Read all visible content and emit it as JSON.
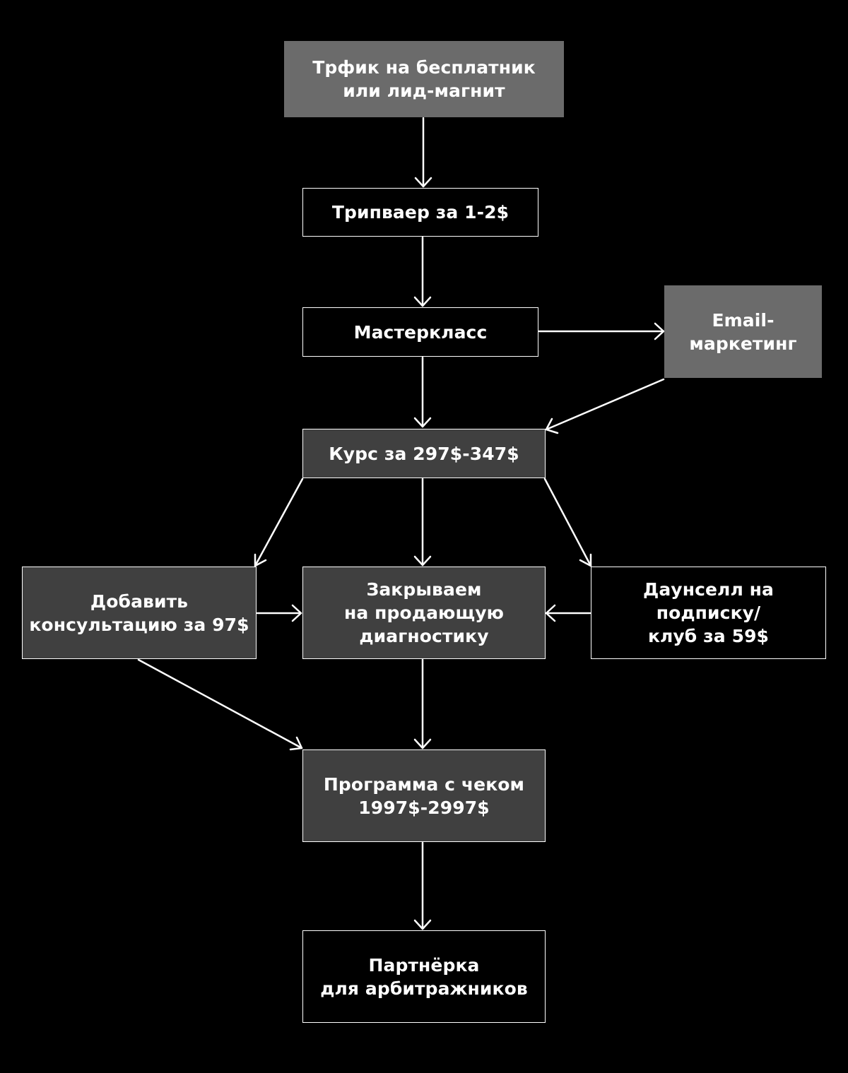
{
  "nodes": {
    "traffic": "Трфик на бесплатник\nили лид-магнит",
    "tripwire": "Трипваер за 1-2$",
    "masterclass": "Мастеркласс",
    "email": "Email-\nмаркетинг",
    "course": "Курс за 297$-347$",
    "consult": "Добавить\nконсультацию за 97$",
    "diagnostic": "Закрываем\nна продающую\nдиагностику",
    "downsell": "Даунселл на подписку/\nклуб за 59$",
    "program": "Программа с чеком\n1997$-2997$",
    "affiliate": "Партнёрка\nдля арбитражников"
  },
  "colors": {
    "background": "#000000",
    "node_gray": "#6b6b6b",
    "node_dark": "#404040",
    "line": "#ffffff",
    "text": "#ffffff"
  }
}
